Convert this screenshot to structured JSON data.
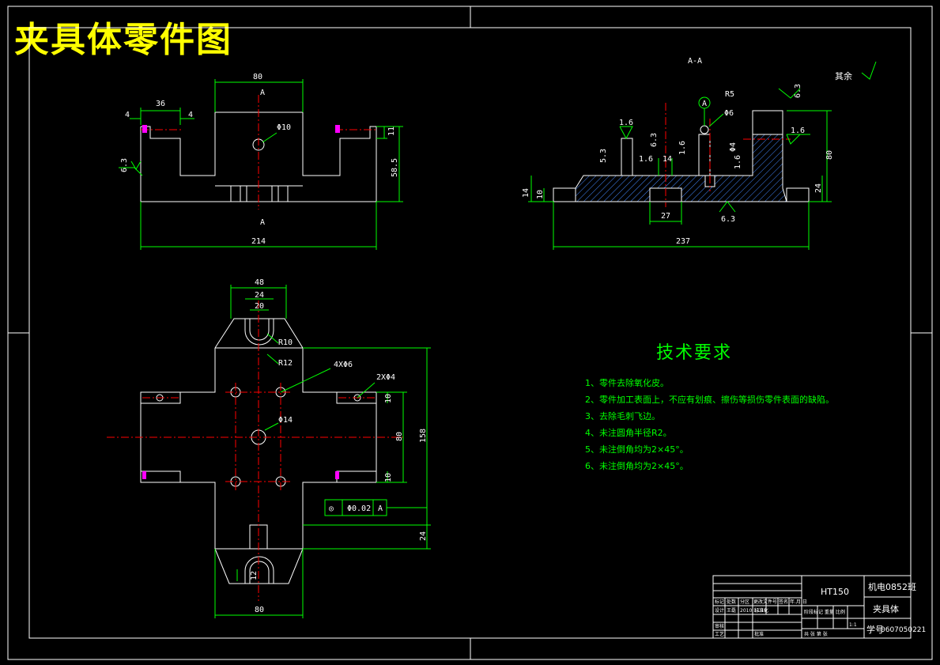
{
  "title": "夹具体零件图",
  "section_label": "A-A",
  "roughness_note": "其余",
  "tech_requirements": {
    "heading": "技术要求",
    "items": [
      "1、零件去除氧化皮。",
      "2、零件加工表面上，不应有划痕、擦伤等损伤零件表面的缺陷。",
      "3、去除毛刺飞边。",
      "4、未注圆角半径R2。",
      "5、未注倒角均为2×45°。",
      "6、未注倒角均为2×45°。"
    ]
  },
  "front_view": {
    "dims": {
      "top_width": "80",
      "slot": "36",
      "gap_left": "4",
      "gap_right": "4",
      "hole": "Φ10",
      "roughness": "6.3",
      "height_right": "58.5",
      "step": "11",
      "total_width": "214"
    },
    "section_mark": "A"
  },
  "section_view": {
    "dims": {
      "r1": "1.6",
      "r2": "6.3",
      "r3": "5.3",
      "r4": "1.6",
      "r5": "1.6",
      "r6": "1.6",
      "r7": "6.3",
      "r8": "6.3",
      "h14": "14",
      "h10": "10",
      "w27": "27",
      "w237": "237",
      "h80": "80",
      "h24": "24",
      "radius": "R5",
      "hole": "Φ6",
      "hole2": "Φ4",
      "d14": "14",
      "datum": "A"
    }
  },
  "top_view": {
    "dims": {
      "w48": "48",
      "w24": "24",
      "w20": "20",
      "r10": "R10",
      "r12": "R12",
      "holes4": "4XΦ6",
      "holes2": "2XΦ4",
      "center": "Φ14",
      "v10a": "10",
      "v80": "80",
      "v10b": "10",
      "v158": "158",
      "v24": "24",
      "v12": "12",
      "bottom": "80"
    },
    "tolerance": {
      "symbol": "◎",
      "value": "Φ0.02",
      "datum": "A"
    }
  },
  "title_block": {
    "material": "HT150",
    "class": "机电0852班",
    "part_name": "夹具体",
    "student_label": "学号",
    "student_id": "0607050221",
    "scale_row": "阶段标记  重量  比例",
    "scale": "1:1",
    "sheet": "共  张  第  张",
    "r1": [
      "标记",
      "处数",
      "分区",
      "更改文件号",
      "签名",
      "年.月.日"
    ],
    "r2": [
      "设计",
      "王磊",
      "2010.11.18",
      "标准化"
    ],
    "r3": [
      "审核"
    ],
    "r4": [
      "工艺",
      "批准"
    ]
  }
}
